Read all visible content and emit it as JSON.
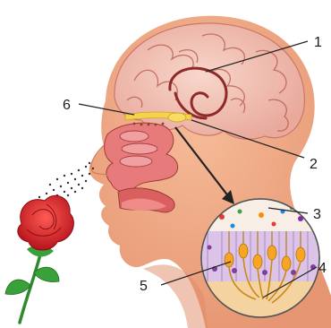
{
  "diagram": {
    "labels": [
      {
        "id": "limbic-system",
        "text": "1"
      },
      {
        "id": "olfactory-bulb",
        "text": "2"
      },
      {
        "id": "mucus-layer",
        "text": "3"
      },
      {
        "id": "nerve-fibers",
        "text": "4"
      },
      {
        "id": "receptor-cells",
        "text": "5"
      },
      {
        "id": "olfactory-tract",
        "text": "6"
      }
    ],
    "colors": {
      "skin": "#f2a883",
      "skin_shadow": "#e08a66",
      "brain": "#f3c3b6",
      "brain_fold": "#b5564c",
      "nasal": "#e77b7b",
      "bulb": "#f4d24d",
      "rose": "#d8262c",
      "stem": "#2f8a2f",
      "arrow": "#222222"
    }
  }
}
